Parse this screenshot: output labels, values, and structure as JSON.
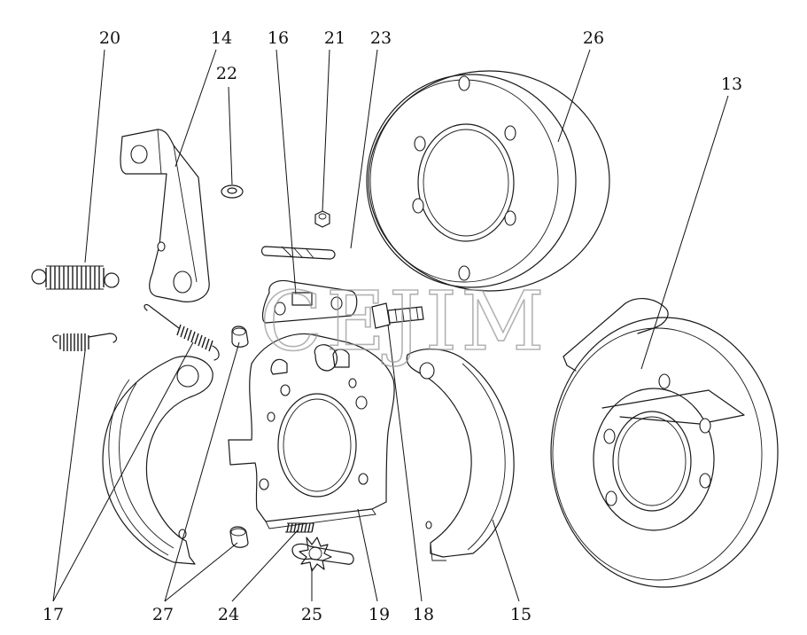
{
  "diagram": {
    "watermark": "CEJIM",
    "callouts": [
      "20",
      "14",
      "16",
      "21",
      "23",
      "26",
      "13",
      "22",
      "17",
      "27",
      "24",
      "25",
      "19",
      "18",
      "15"
    ]
  }
}
